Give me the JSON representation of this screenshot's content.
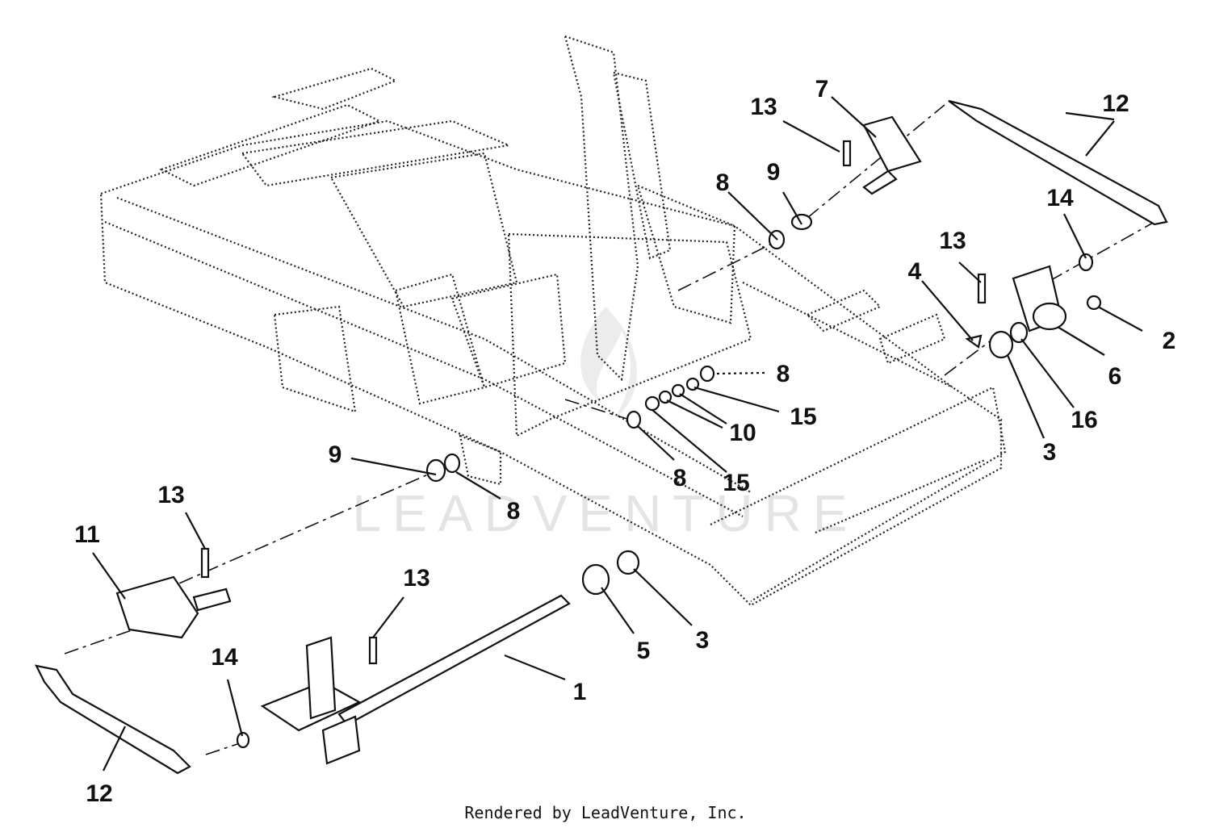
{
  "diagram": {
    "callouts": [
      {
        "id": "c1",
        "text": "1"
      },
      {
        "id": "c2",
        "text": "2"
      },
      {
        "id": "c3a",
        "text": "3"
      },
      {
        "id": "c3b",
        "text": "3"
      },
      {
        "id": "c4",
        "text": "4"
      },
      {
        "id": "c5",
        "text": "5"
      },
      {
        "id": "c6",
        "text": "6"
      },
      {
        "id": "c7",
        "text": "7"
      },
      {
        "id": "c8a",
        "text": "8"
      },
      {
        "id": "c8b",
        "text": "8"
      },
      {
        "id": "c8c",
        "text": "8"
      },
      {
        "id": "c8d",
        "text": "8"
      },
      {
        "id": "c9a",
        "text": "9"
      },
      {
        "id": "c9b",
        "text": "9"
      },
      {
        "id": "c10",
        "text": "10"
      },
      {
        "id": "c11",
        "text": "11"
      },
      {
        "id": "c12a",
        "text": "12"
      },
      {
        "id": "c12b",
        "text": "12"
      },
      {
        "id": "c13a",
        "text": "13"
      },
      {
        "id": "c13b",
        "text": "13"
      },
      {
        "id": "c13c",
        "text": "13"
      },
      {
        "id": "c13d",
        "text": "13"
      },
      {
        "id": "c14a",
        "text": "14"
      },
      {
        "id": "c14b",
        "text": "14"
      },
      {
        "id": "c15a",
        "text": "15"
      },
      {
        "id": "c15b",
        "text": "15"
      },
      {
        "id": "c16",
        "text": "16"
      }
    ],
    "watermark": "LEADVENTURE",
    "footer": "Rendered by LeadVenture, Inc."
  }
}
